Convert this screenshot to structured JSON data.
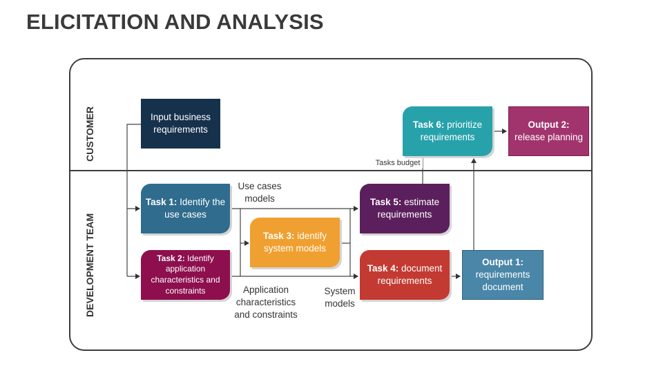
{
  "title": "ELICITATION AND ANALYSIS",
  "lanes": {
    "customer": "CUSTOMER",
    "development": "DEVELOPMENT TEAM"
  },
  "boxes": {
    "input": {
      "text": "Input business requirements",
      "color": "#16314c"
    },
    "task1": {
      "prefix": "Task 1:",
      "text": "Identify the use cases",
      "color": "#2f6c8e"
    },
    "task2": {
      "prefix": "Task 2:",
      "text": "Identify application characteristics and constraints",
      "color": "#8d0f4e"
    },
    "task3": {
      "prefix": "Task 3:",
      "text": "identify system models",
      "color": "#f0a030"
    },
    "task4": {
      "prefix": "Task 4:",
      "text": "document requirements",
      "color": "#c33a32"
    },
    "task5": {
      "prefix": "Task 5:",
      "text": "estimate requirements",
      "color": "#5c1f5d"
    },
    "task6": {
      "prefix": "Task 6:",
      "text": "prioritize requirements",
      "color": "#27a2ab"
    },
    "output1": {
      "prefix": "Output 1:",
      "text": "requirements document",
      "color": "#4a86a8"
    },
    "output2": {
      "prefix": "Output 2:",
      "text": "release planning",
      "color": "#a2346d"
    }
  },
  "labels": {
    "use_cases_models": "Use cases models",
    "app_characteristics": "Application characteristics and constraints",
    "system_models": "System models",
    "tasks_budget": "Tasks budget"
  }
}
